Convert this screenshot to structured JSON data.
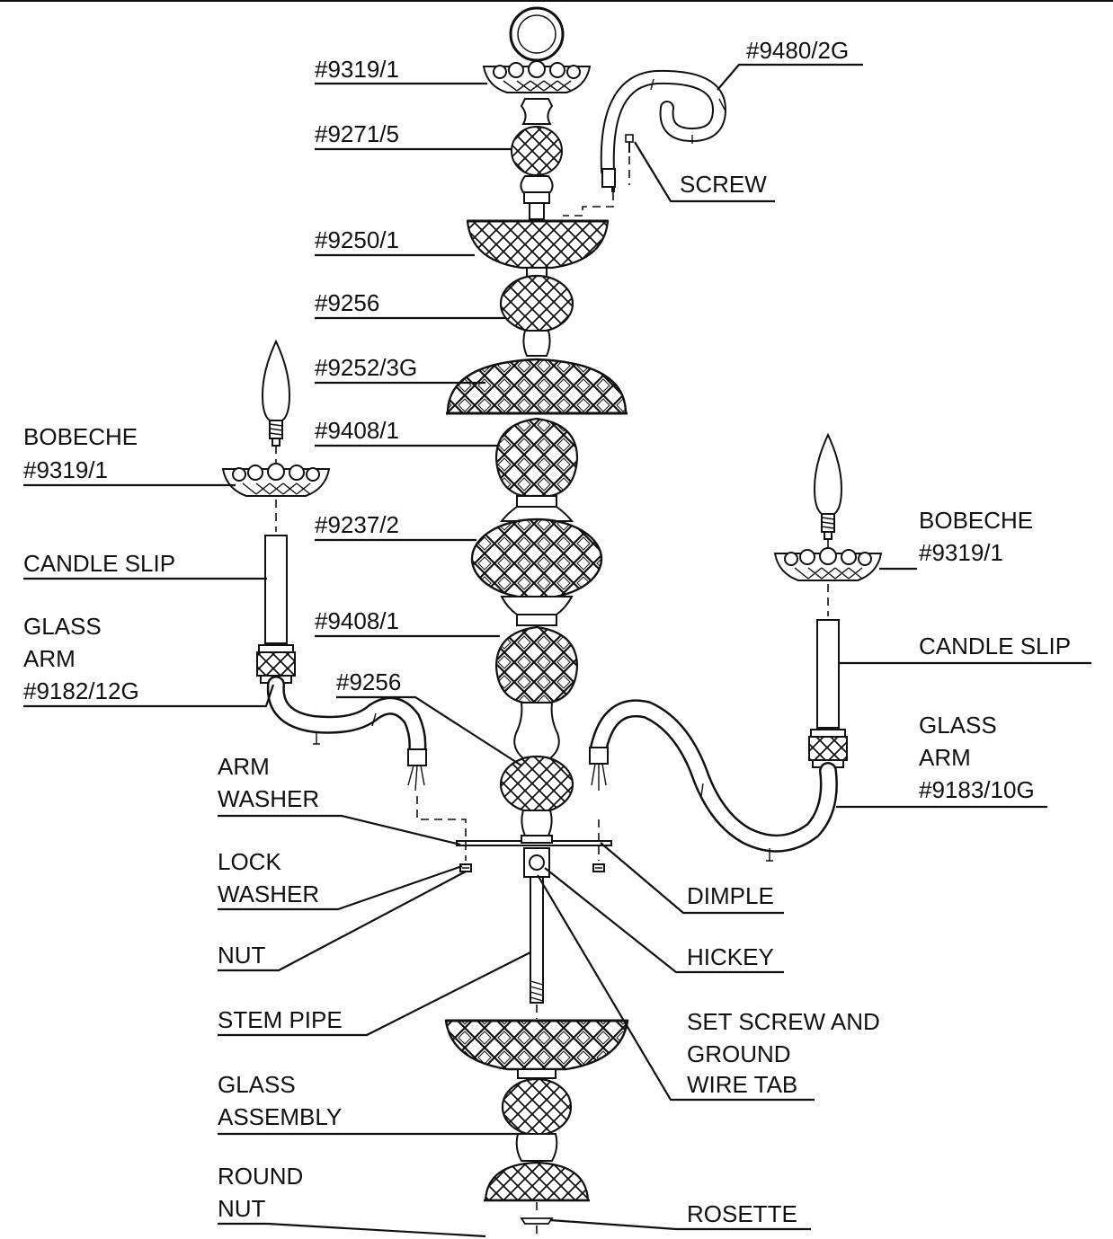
{
  "labels": {
    "p9319_top": "#9319/1",
    "p9271": "#9271/5",
    "p9250": "#9250/1",
    "p9256_a": "#9256",
    "p9252": "#9252/3G",
    "p9408_a": "#9408/1",
    "p9237": "#9237/2",
    "p9408_b": "#9408/1",
    "p9256_b": "#9256",
    "p9480": "#9480/2G",
    "screw": "SCREW",
    "bobeche_left_1": "BOBECHE",
    "bobeche_left_2": "#9319/1",
    "candle_slip_left": "CANDLE SLIP",
    "glass_arm_left_1": "GLASS",
    "glass_arm_left_2": "ARM",
    "glass_arm_left_3": "#9182/12G",
    "bobeche_right_1": "BOBECHE",
    "bobeche_right_2": "#9319/1",
    "candle_slip_right": "CANDLE SLIP",
    "glass_arm_right_1": "GLASS",
    "glass_arm_right_2": "ARM",
    "glass_arm_right_3": "#9183/10G",
    "arm_washer_1": "ARM",
    "arm_washer_2": "WASHER",
    "lock_washer_1": "LOCK",
    "lock_washer_2": "WASHER",
    "nut": "NUT",
    "stem_pipe": "STEM PIPE",
    "glass_assembly_1": "GLASS",
    "glass_assembly_2": "ASSEMBLY",
    "round_nut_1": "ROUND",
    "round_nut_2": "NUT",
    "dimple": "DIMPLE",
    "hickey": "HICKEY",
    "set_screw_1": "SET SCREW AND",
    "set_screw_2": "GROUND",
    "set_screw_3": "WIRE TAB",
    "rosette": "ROSETTE"
  }
}
